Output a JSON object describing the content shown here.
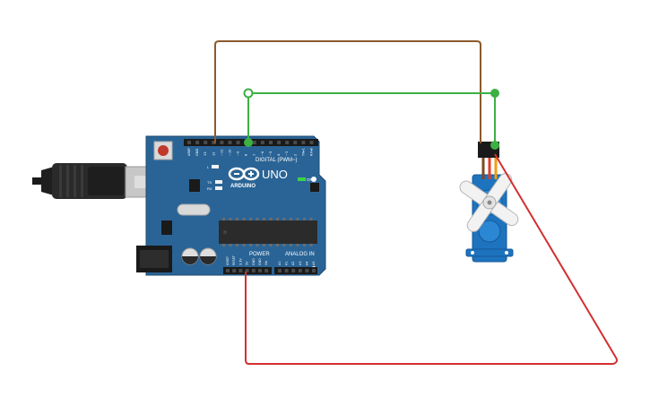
{
  "board": {
    "brand_label": "ARDUINO",
    "model_label": "UNO",
    "digital_header_label": "DIGITAL (PWM~)",
    "power_header_label": "POWER",
    "analog_header_label": "ANALOG IN",
    "on_led_label": "ON",
    "tx_label": "TX",
    "rx_label": "RX",
    "l_label": "L",
    "digital_pins": [
      "AREF",
      "GND",
      "13",
      "12",
      "~11",
      "~10",
      "~9",
      "8",
      "7",
      "~6",
      "~5",
      "4",
      "~3",
      "2",
      "TX▸1",
      "RX◂0"
    ],
    "power_pins": [
      "IOREF",
      "RESET",
      "3.3V",
      "5V",
      "GND",
      "GND",
      "Vin"
    ],
    "analog_pins": [
      "A0",
      "A1",
      "A2",
      "A3",
      "A4",
      "A5"
    ]
  },
  "colors": {
    "board_blue": "#2a6496",
    "wire_brown": "#8b5a2b",
    "wire_green": "#3cb043",
    "wire_red": "#d32f2f",
    "servo_blue": "#1e73be"
  },
  "icons": {
    "usb": "usb-cable-icon",
    "servo": "servo-motor-icon"
  }
}
